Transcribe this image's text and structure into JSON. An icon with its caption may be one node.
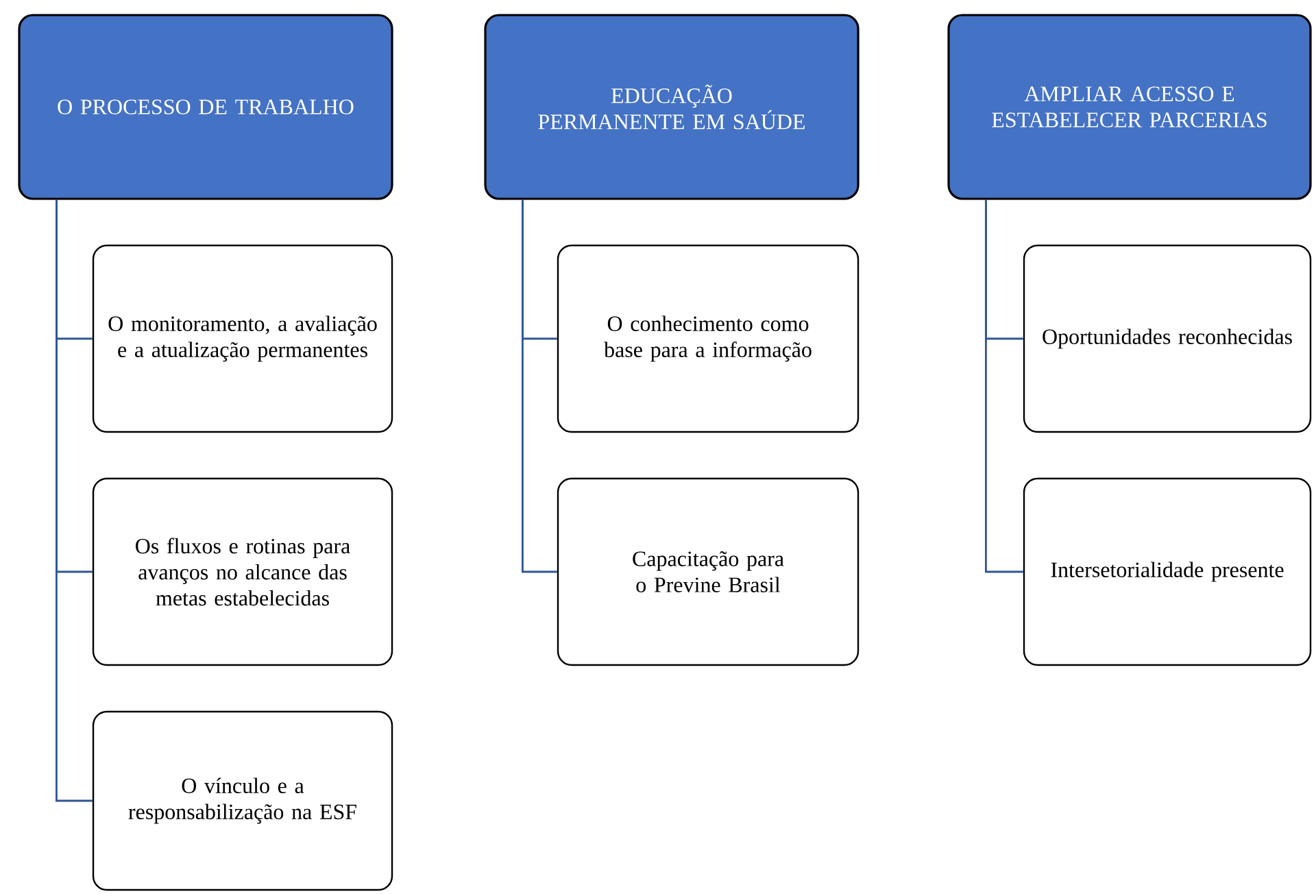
{
  "diagram": {
    "nodes": [
      {
        "text": [
          "O PROCESSO DE TRABALHO"
        ]
      },
      {
        "text": [
          "O monitoramento, a avaliação e a atualização permanentes"
        ]
      },
      {
        "text": [
          "Os fluxos e rotinas para avanços no alcance das metas estabelecidas"
        ]
      },
      {
        "text": [
          "O vínculo e a responsabilização na ESF"
        ]
      },
      {
        "text": [
          "EDUCAÇÃO PERMANENTE EM SAÚDE"
        ]
      },
      {
        "text": [
          "O conhecimento como base para a informação"
        ]
      },
      {
        "text": [
          "Capacitação para o Previne Brasil"
        ]
      },
      {
        "text": [
          "AMPLIAR ACESSO E ESTABELECER PARCERIAS"
        ]
      },
      {
        "text": [
          "Oportunidades reconhecidas"
        ]
      },
      {
        "text": [
          "Intersetorialidade presente"
        ]
      }
    ],
    "edges": [
      {
        "from": 0,
        "to": 1,
        "arrow": "none"
      },
      {
        "from": 0,
        "to": 2,
        "arrow": "none"
      },
      {
        "from": 0,
        "to": 3,
        "arrow": "none"
      },
      {
        "from": 4,
        "to": 5,
        "arrow": "none"
      },
      {
        "from": 4,
        "to": 6,
        "arrow": "none"
      },
      {
        "from": 7,
        "to": 8,
        "arrow": "none"
      },
      {
        "from": 7,
        "to": 9,
        "arrow": "none"
      }
    ]
  }
}
